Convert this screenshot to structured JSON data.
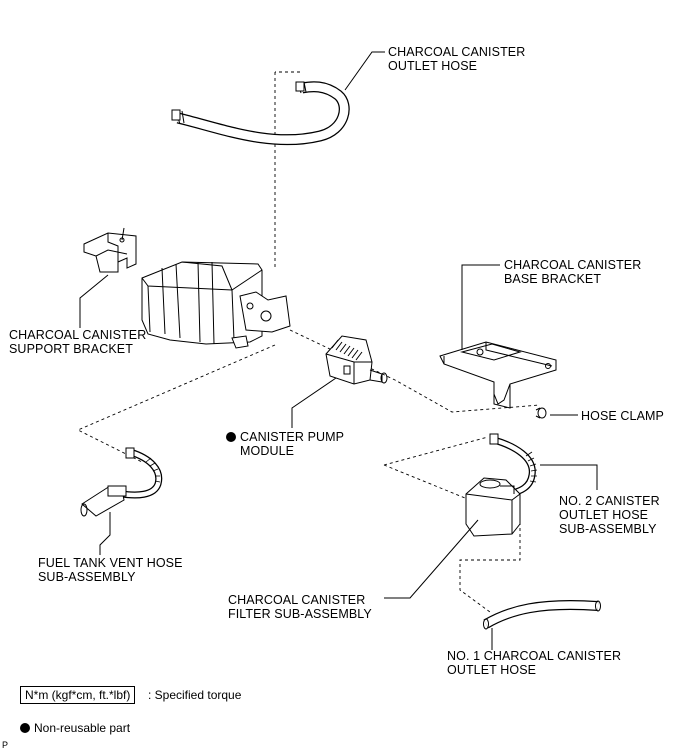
{
  "labels": {
    "outlet_hose": [
      "CHARCOAL CANISTER",
      "OUTLET HOSE"
    ],
    "support_bracket": [
      "CHARCOAL CANISTER",
      "SUPPORT BRACKET"
    ],
    "base_bracket": [
      "CHARCOAL CANISTER",
      "BASE BRACKET"
    ],
    "pump_module": [
      "CANISTER PUMP",
      "MODULE"
    ],
    "hose_clamp": [
      "HOSE CLAMP"
    ],
    "no2_hose": [
      "NO. 2 CANISTER",
      "OUTLET HOSE",
      "SUB-ASSEMBLY"
    ],
    "vent_hose": [
      "FUEL TANK VENT HOSE",
      "SUB-ASSEMBLY"
    ],
    "filter": [
      "CHARCOAL CANISTER",
      "FILTER SUB-ASSEMBLY"
    ],
    "no1_hose": [
      "NO. 1 CHARCOAL CANISTER",
      "OUTLET HOSE"
    ]
  },
  "legend": {
    "torque_unit": "N*m (kgf*cm, ft.*lbf)",
    "torque_text": ": Specified torque",
    "nonreusable_text": "Non-reusable part"
  },
  "corner_mark": "P",
  "icons": {
    "nonreusable": "filled-circle-bullet"
  }
}
